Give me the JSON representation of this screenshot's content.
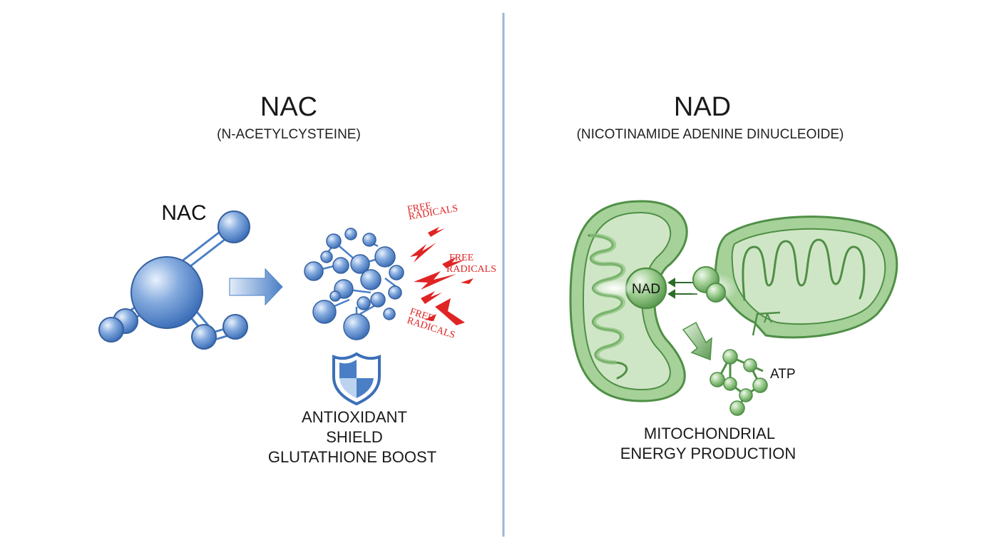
{
  "colors": {
    "divider": "#9db4d6",
    "nac_blue": "#4a7fc6",
    "nac_blue_light": "#bcd3f0",
    "radical_red": "#e02424",
    "mito_green": "#8cc27e",
    "mito_green_dark": "#4f8f46",
    "mito_green_light": "#cfe6c6"
  },
  "left": {
    "title": "NAC",
    "subtitle": "(N-ACETYLCYSTEINE)",
    "molecule_label": "NAC",
    "radicals": [
      {
        "line1": "FREE",
        "line2": "RADICALS"
      },
      {
        "line1": "FREE",
        "line2": "RADICALS"
      },
      {
        "line1": "FREE",
        "line2": "RADICALS"
      }
    ],
    "shield_icon": "shield-icon",
    "caption": [
      "ANTIOXIDANT",
      "SHIELD",
      "GLUTATHIONE BOOST"
    ]
  },
  "right": {
    "title": "NAD",
    "subtitle": "(NICOTINAMIDE ADENINE DINUCLEOIDE)",
    "nad_label": "NAD",
    "atp_label": "ATP",
    "caption": [
      "MITOCHONDRIAL",
      "ENERGY PRODUCTION"
    ]
  }
}
